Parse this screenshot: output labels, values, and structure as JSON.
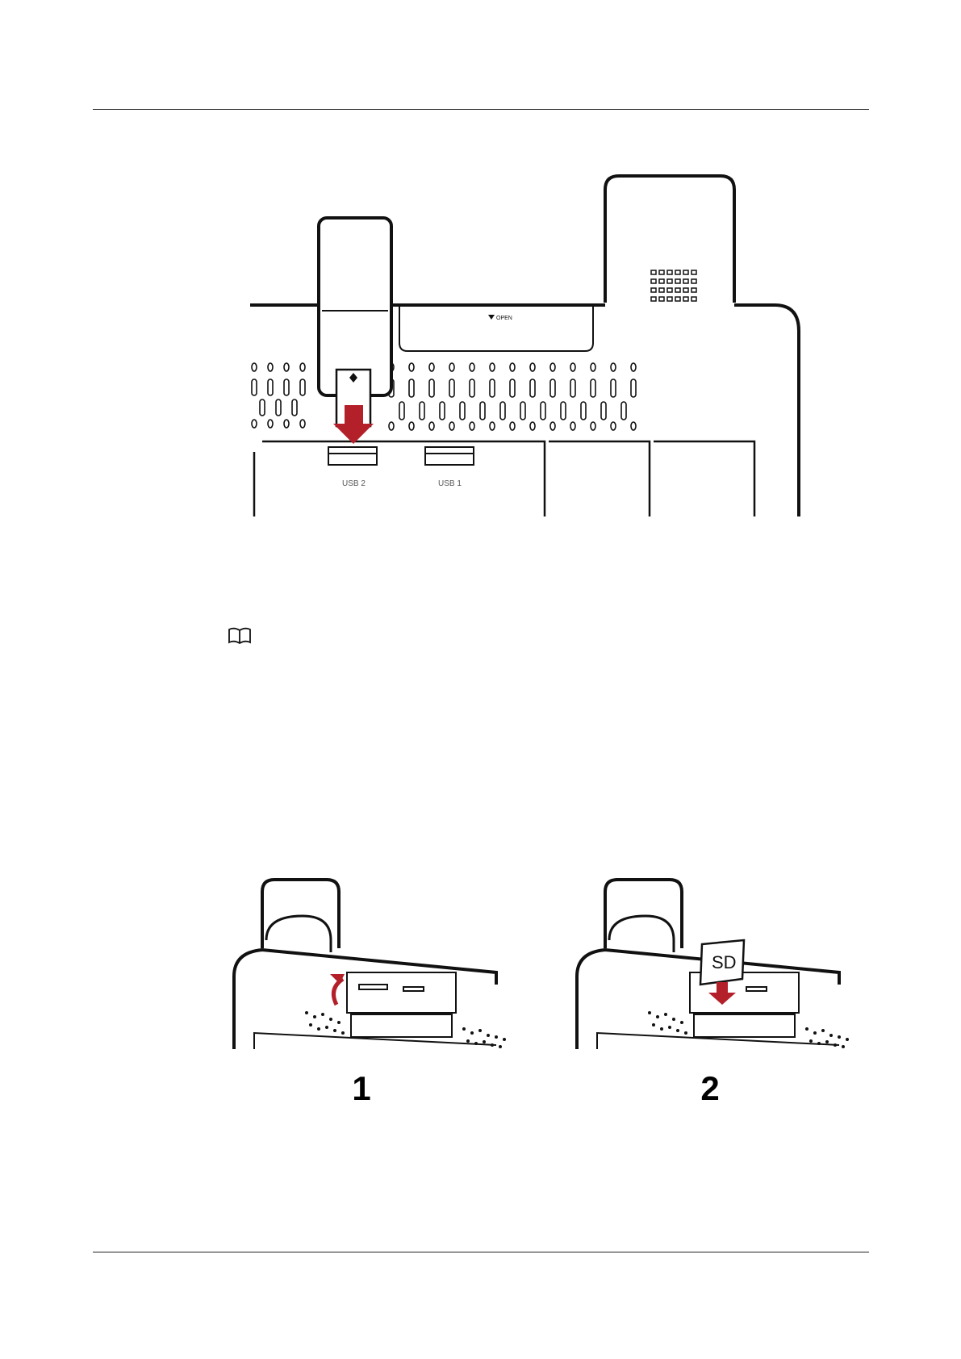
{
  "figure_usb": {
    "open_label": "OPEN",
    "port_labels": [
      "USB 2",
      "USB 1"
    ]
  },
  "figure_sd": {
    "card_label": "SD",
    "steps": [
      "1",
      "2"
    ]
  },
  "icons": {
    "note": "book-note-icon",
    "insert_arrow": "red-down-arrow-icon",
    "rotate_arrow": "red-curved-arrow-icon"
  },
  "colors": {
    "arrow": "#b3202a",
    "line": "#111111"
  }
}
